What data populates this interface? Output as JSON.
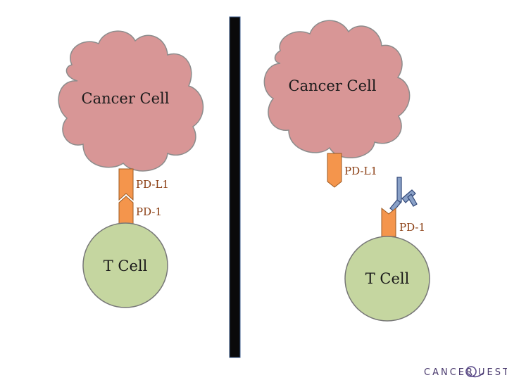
{
  "colors": {
    "cancer_fill": "#d89696",
    "cancer_stroke": "#8c8c8c",
    "tcell_fill": "#c5d6a0",
    "tcell_stroke": "#777777",
    "receptor_fill": "#f4954c",
    "receptor_stroke": "#9c5a22",
    "antibody_fill": "#8aa1c7",
    "antibody_stroke": "#33497a",
    "divider": "#0a0a0a",
    "label_orange": "#8a3d12"
  },
  "left_panel": {
    "cancer_cell_label": "Cancer Cell",
    "pdl1_label": "PD-L1",
    "pd1_label": "PD-1",
    "tcell_label": "T Cell"
  },
  "right_panel": {
    "cancer_cell_label": "Cancer Cell",
    "pdl1_label": "PD-L1",
    "pd1_label": "PD-1",
    "tcell_label": "T Cell"
  },
  "logo": {
    "text_left": "CANCER",
    "text_right": "UEST",
    "icon": "q-swirl-icon"
  }
}
